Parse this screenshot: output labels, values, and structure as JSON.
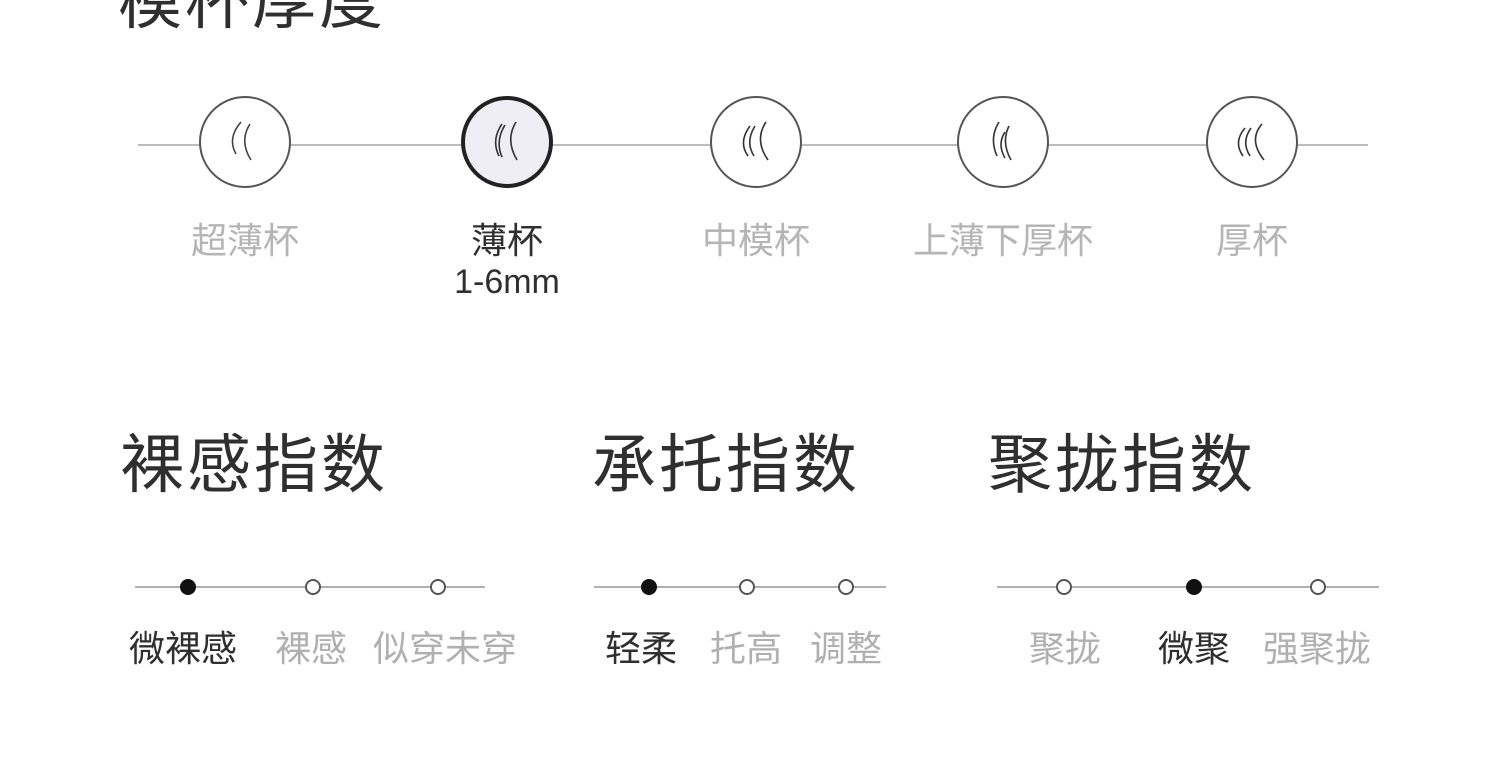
{
  "thickness": {
    "title": "模杯厚度",
    "items": [
      {
        "label": "超薄杯",
        "sub": "",
        "icon": "thin-curve-icon",
        "selected": false
      },
      {
        "label": "薄杯",
        "sub": "1-6mm",
        "icon": "thin-curve-icon",
        "selected": true
      },
      {
        "label": "中模杯",
        "sub": "",
        "icon": "medium-curve-icon",
        "selected": false
      },
      {
        "label": "上薄下厚杯",
        "sub": "",
        "icon": "tapered-curve-icon",
        "selected": false
      },
      {
        "label": "厚杯",
        "sub": "",
        "icon": "thick-curve-icon",
        "selected": false
      }
    ]
  },
  "indices": [
    {
      "title": "裸感指数",
      "options": [
        "微裸感",
        "裸感",
        "似穿未穿"
      ],
      "active_index": 0
    },
    {
      "title": "承托指数",
      "options": [
        "轻柔",
        "托高",
        "调整"
      ],
      "active_index": 0
    },
    {
      "title": "聚拢指数",
      "options": [
        "聚拢",
        "微聚",
        "强聚拢"
      ],
      "active_index": 1
    }
  ],
  "colors": {
    "text_dark": "#2f2f2f",
    "text_muted": "#b0b0b0",
    "line": "#bdbdbd",
    "active_dot": "#111111"
  }
}
